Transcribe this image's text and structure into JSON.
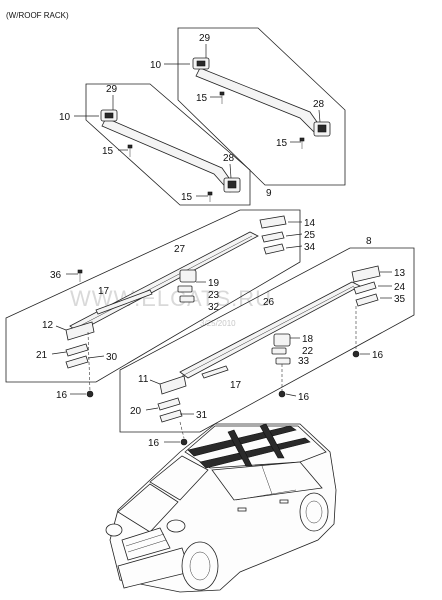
{
  "header": {
    "title": "(W/ROOF RACK)"
  },
  "watermark": {
    "site": "WWW.ELCATS.RU",
    "date": "3/25/2010"
  },
  "callouts": {
    "c10a": "10",
    "c29a": "29",
    "c15a": "15",
    "c28a": "28",
    "c15b": "15",
    "c10b": "10",
    "c29b": "29",
    "c15c": "15",
    "c28b": "28",
    "c15d": "15",
    "c9": "9",
    "c14": "14",
    "c25": "25",
    "c34": "34",
    "c27": "27",
    "c36": "36",
    "c19": "19",
    "c23": "23",
    "c32": "32",
    "c17a": "17",
    "c12": "12",
    "c21": "21",
    "c30": "30",
    "c16a": "16",
    "c8": "8",
    "c13": "13",
    "c24": "24",
    "c35": "35",
    "c26": "26",
    "c18": "18",
    "c22": "22",
    "c33": "33",
    "c16b": "16",
    "c16c": "16",
    "c11": "11",
    "c17b": "17",
    "c20": "20",
    "c31": "31",
    "c16d": "16"
  }
}
